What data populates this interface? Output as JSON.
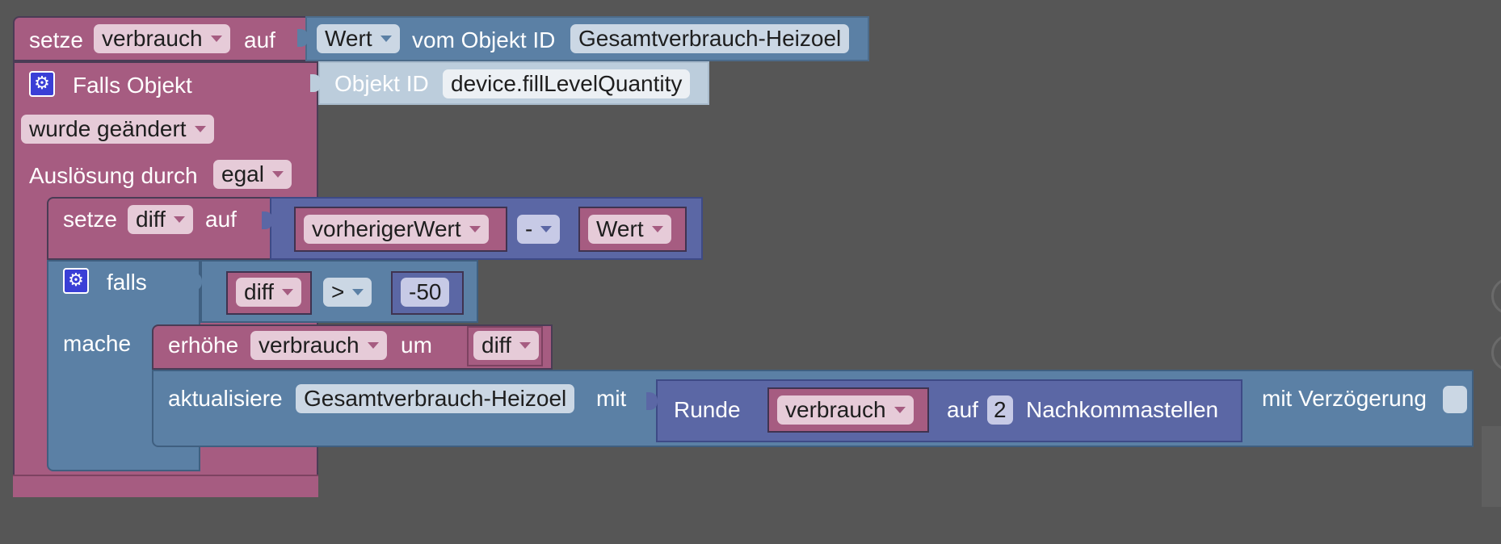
{
  "setze_block": {
    "keyword": "setze",
    "variable": "verbrauch",
    "auf": "auf",
    "value_block": {
      "wert": "Wert",
      "vom_objekt_id": "vom Objekt ID",
      "object_id": "Gesamtverbrauch-Heizoel"
    }
  },
  "trigger_block": {
    "falls_objekt": "Falls Objekt",
    "objekt_id_label": "Objekt ID",
    "objekt_id_value": "device.fillLevelQuantity",
    "condition": "wurde geändert",
    "ausloesung_label": "Auslösung durch",
    "ausloesung_value": "egal"
  },
  "diff_block": {
    "keyword": "setze",
    "variable": "diff",
    "auf": "auf",
    "left_operand": "vorherigerWert",
    "operator": "-",
    "right_operand": "Wert"
  },
  "if_block": {
    "falls": "falls",
    "left": "diff",
    "operator": ">",
    "right": "-50",
    "mache": "mache"
  },
  "increment_block": {
    "keyword": "erhöhe",
    "variable": "verbrauch",
    "um": "um",
    "amount": "diff"
  },
  "update_block": {
    "keyword": "aktualisiere",
    "object": "Gesamtverbrauch-Heizoel",
    "mit": "mit",
    "runde": "Runde",
    "round_variable": "verbrauch",
    "auf": "auf",
    "decimals": "2",
    "nachkommastellen": "Nachkommastellen",
    "mit_verzoegerung": "mit Verzögerung"
  },
  "colors": {
    "background": "#565656",
    "logic_pink": "#a65c81",
    "system_blue": "#5b80a5",
    "math_purple": "#5b67a5",
    "gear_blue": "#3a3fd6"
  }
}
